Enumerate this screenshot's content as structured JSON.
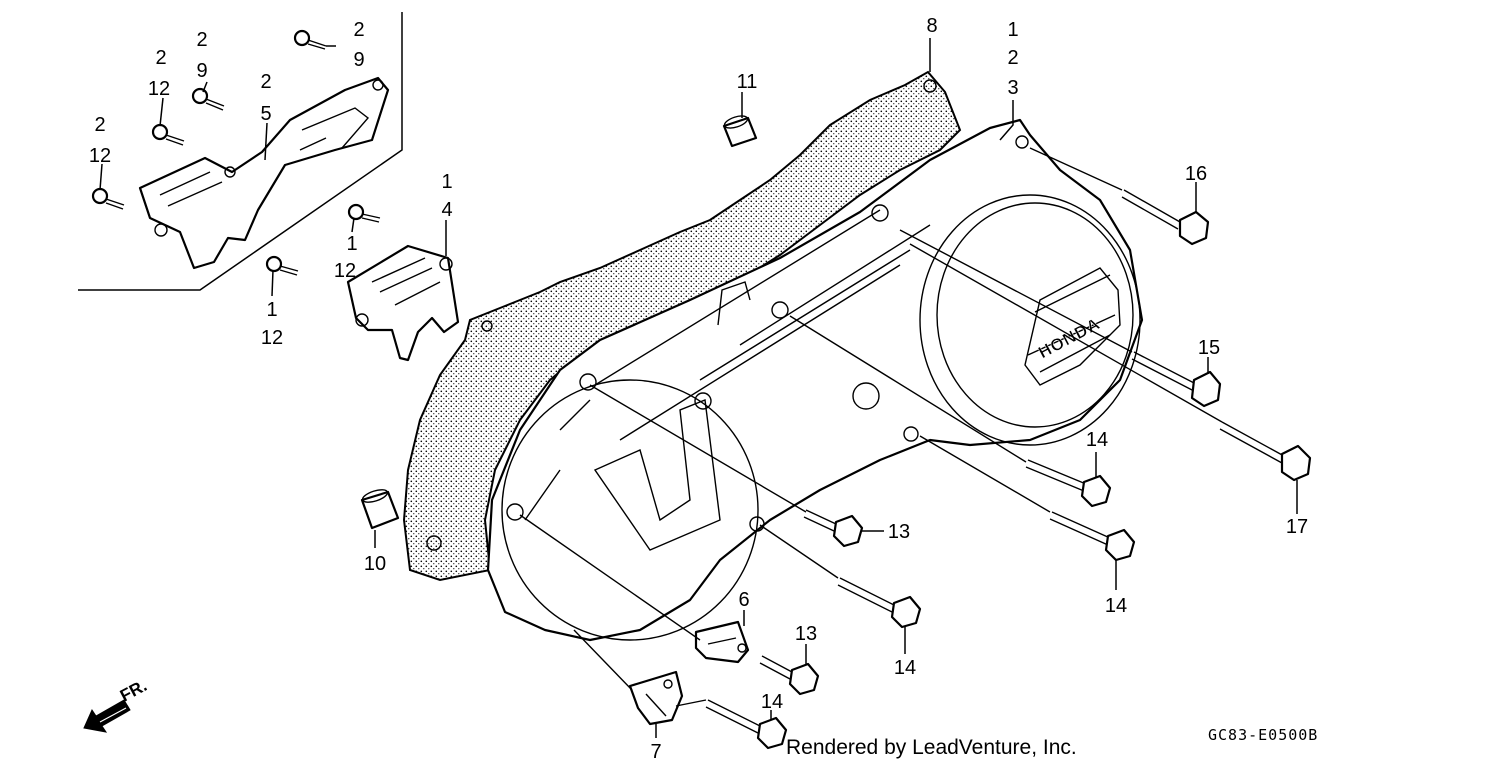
{
  "diagram": {
    "callouts": {
      "c_1a": "1",
      "c_2a": "2",
      "c_3": "3",
      "c_8": "8",
      "c_11": "11",
      "c_2_bolt_top": "2",
      "c_9_bolt_top": "9",
      "c_2b": "2",
      "c_9b": "9",
      "c_2c": "2",
      "c_12c": "12",
      "c_2d": "2",
      "c_5": "5",
      "c_2e": "2",
      "c_12e": "12",
      "c_1f": "1",
      "c_12f": "12",
      "c_1g": "1",
      "c_12g": "12",
      "c_1h": "1",
      "c_4": "4",
      "c_16": "16",
      "c_15": "15",
      "c_17": "17",
      "c_14a": "14",
      "c_14b": "14",
      "c_14c": "14",
      "c_14d": "14",
      "c_13a": "13",
      "c_13b": "13",
      "c_10": "10",
      "c_6": "6",
      "c_7": "7"
    },
    "logo_text": "HONDA",
    "front_marker": "FR.",
    "credit": "Rendered by LeadVenture, Inc.",
    "diagram_code": "GC83-E0500B"
  }
}
